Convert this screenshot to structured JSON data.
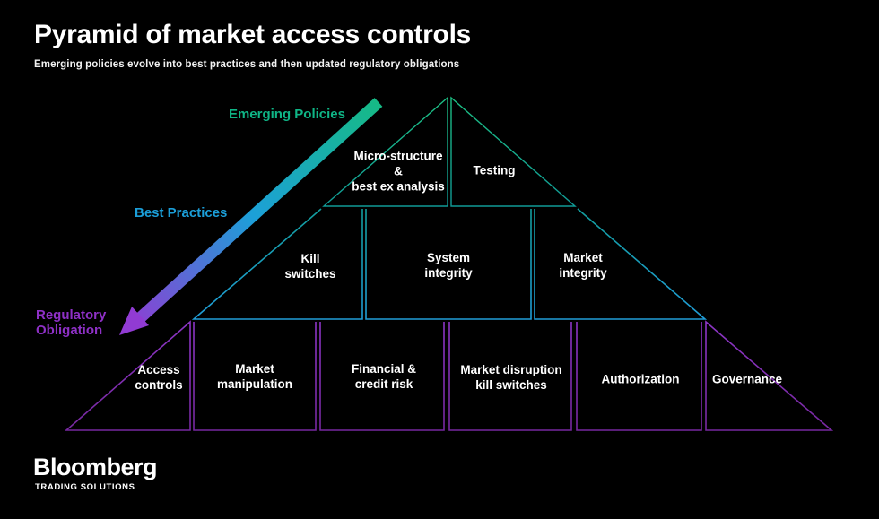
{
  "header": {
    "title": "Pyramid of market access controls",
    "subtitle": "Emerging policies evolve into best practices and then updated regulatory obligations"
  },
  "stages": {
    "emerging": {
      "label": "Emerging Policies",
      "color": "#0fb586"
    },
    "best": {
      "label": "Best Practices",
      "color": "#1b9ed8"
    },
    "regulatory": {
      "label": "Regulatory\nObligation",
      "color": "#8e30c6"
    }
  },
  "tiers": {
    "tier1": {
      "cells": [
        {
          "label": "Micro-structure\n&\nbest ex analysis"
        },
        {
          "label": "Testing"
        }
      ]
    },
    "tier2": {
      "cells": [
        {
          "label": "Kill\nswitches"
        },
        {
          "label": "System\nintegrity"
        },
        {
          "label": "Market\nintegrity"
        }
      ]
    },
    "tier3": {
      "cells": [
        {
          "label": "Access\ncontrols"
        },
        {
          "label": "Market\nmanipulation"
        },
        {
          "label": "Financial &\ncredit risk"
        },
        {
          "label": "Market disruption\nkill switches"
        },
        {
          "label": "Authorization"
        },
        {
          "label": "Governance"
        }
      ]
    }
  },
  "colors": {
    "background": "#000000",
    "tier1_top": "#1dc183",
    "tier1_bottom": "#109a97",
    "tier2_top": "#129d9d",
    "tier2_bottom": "#209dd8",
    "tier3_top": "#8c35c6",
    "tier3_bottom": "#76289f",
    "arrow_start": "#16ba85",
    "arrow_mid": "#1ca0d8",
    "arrow_end": "#913bd3",
    "text": "#ffffff"
  },
  "footer": {
    "logo": "Bloomberg",
    "logo_sub": "TRADING SOLUTIONS"
  }
}
